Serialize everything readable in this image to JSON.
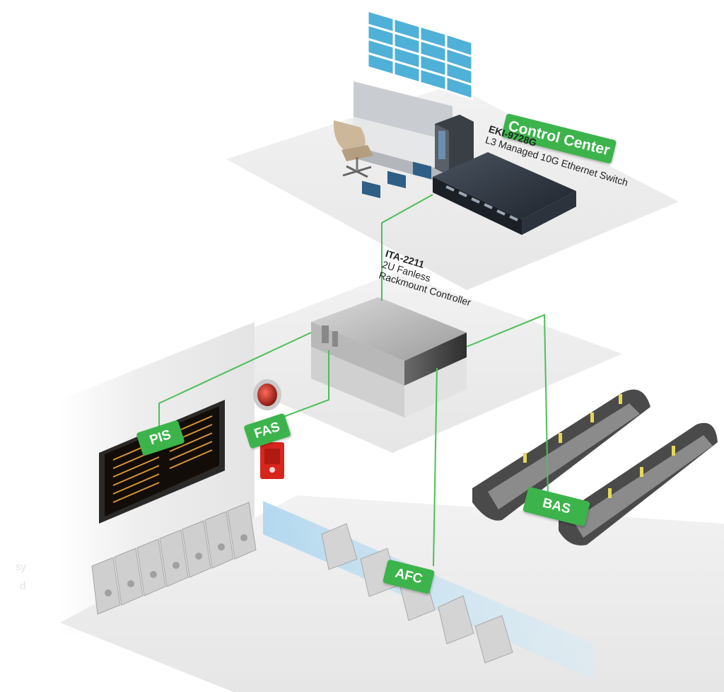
{
  "labels": {
    "control_center": "Control Center",
    "pis": "PIS",
    "fas": "FAS",
    "bas": "BAS",
    "afc": "AFC"
  },
  "switch": {
    "model": "EKI-9728G",
    "description": "L3 Managed 10G Ethernet Switch"
  },
  "controller": {
    "model": "ITA-2211",
    "line1": "2U Fanless",
    "line2": "Rackmount Controller"
  },
  "edge_text": {
    "line1": "sy",
    "line2": "d"
  },
  "colors": {
    "accent_green": "#3cb44b",
    "link_line": "#4cbf58",
    "floor": "#ececec"
  }
}
